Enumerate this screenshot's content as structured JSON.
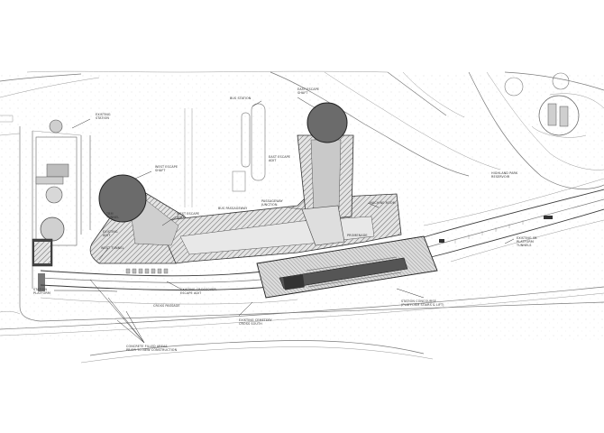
{
  "drawing": {
    "labels": {
      "existing_station": "EXISTING\nSTATION",
      "bus_station": "BUS STATION",
      "east_escape_shaft": "EAST ESCAPE\nSHAFT",
      "west_escape_shaft": "WEST ESCAPE\nSHAFT",
      "east_escape_adit": "EAST ESCAPE\nADIT",
      "west_escape_adit": "WEST ESCAPE\nADIT",
      "bus_passageway": "BUS PASSAGEWAY",
      "passageway_junction": "PASSAGEWAY\nJUNCTION",
      "machine_room": "MACHINE ROOM",
      "promenade": "PROMENADE",
      "highland_park": "HIGHLAND PARK\nRESERVOIR",
      "existing_tunnels": "EXISTING SB\nPLATFORM\nTUNNELS",
      "station_concourse": "STATION CONCOURSE\n(PLATFORM STAIRS & LIFT)",
      "existing_crossover": "EXISTING CROSSOVER\nESCAPE ADIT",
      "existing_cemetery": "EXISTING CEMETERY\nCROSS SOUTH",
      "cross_passage": "CROSS PASSAGE",
      "existing_adit": "EXISTING\nADIT",
      "west_tunnel": "WEST TUNNEL",
      "station_platform": "STATION\nPLATFORM",
      "concrete_fill": "CONCRETE FILLED AREAS\nPRIOR TO NEW CONSTRUCTION",
      "tunnel_ref": "TBM\nTUNNEL"
    }
  }
}
